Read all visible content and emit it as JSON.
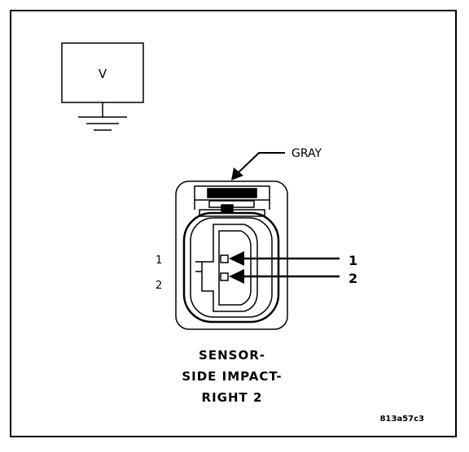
{
  "meter": {
    "symbol": "V"
  },
  "connector": {
    "color_label": "GRAY",
    "side_pins": [
      "1",
      "2"
    ],
    "callout_pins": [
      "1",
      "2"
    ]
  },
  "title": {
    "line1": "SENSOR-",
    "line2": "SIDE IMPACT-",
    "line3": "RIGHT 2"
  },
  "figure_id": "813a57c3",
  "colors": {
    "ink": "#000000",
    "paper": "#ffffff"
  }
}
